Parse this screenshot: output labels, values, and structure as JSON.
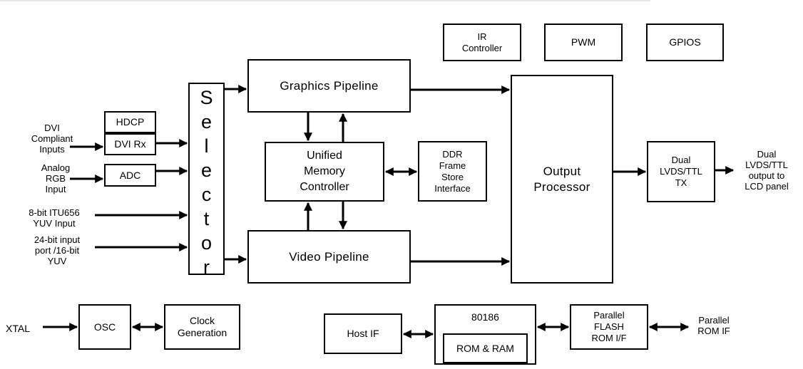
{
  "diagram": {
    "blocks": {
      "ir_controller": "IR\nController",
      "pwm": "PWM",
      "gpios": "GPIOS",
      "graphics_pipeline": "Graphics Pipeline",
      "hdcp": "HDCP",
      "dvi_rx": "DVI Rx",
      "adc": "ADC",
      "selector_letters": [
        "S",
        "e",
        "l",
        "e",
        "c",
        "t",
        "o",
        "r"
      ],
      "unified_memory_controller": "Unified\nMemory\nController",
      "ddr_frame_store": "DDR\nFrame\nStore\nInterface",
      "output_processor": "Output\nProcessor",
      "dual_lvds_ttl_tx": "Dual\nLVDS/TTL\nTX",
      "video_pipeline": "Video Pipeline",
      "osc": "OSC",
      "clock_generation": "Clock\nGeneration",
      "host_if": "Host IF",
      "cpu_80186": "80186",
      "rom_ram": "ROM & RAM",
      "parallel_flash": "Parallel\nFLASH\nROM I/F"
    },
    "inputs": {
      "dvi_inputs": "DVI\nCompliant\nInputs",
      "analog_rgb": "Analog\nRGB\nInput",
      "itu656": "8-bit ITU656\nYUV Input",
      "port24": "24-bit input\nport /16-bit\nYUV",
      "xtal": "XTAL"
    },
    "outputs": {
      "lcd_output": "Dual\nLVDS/TTL\noutput  to\nLCD panel",
      "parallel_rom_if": "Parallel\nROM IF"
    }
  }
}
